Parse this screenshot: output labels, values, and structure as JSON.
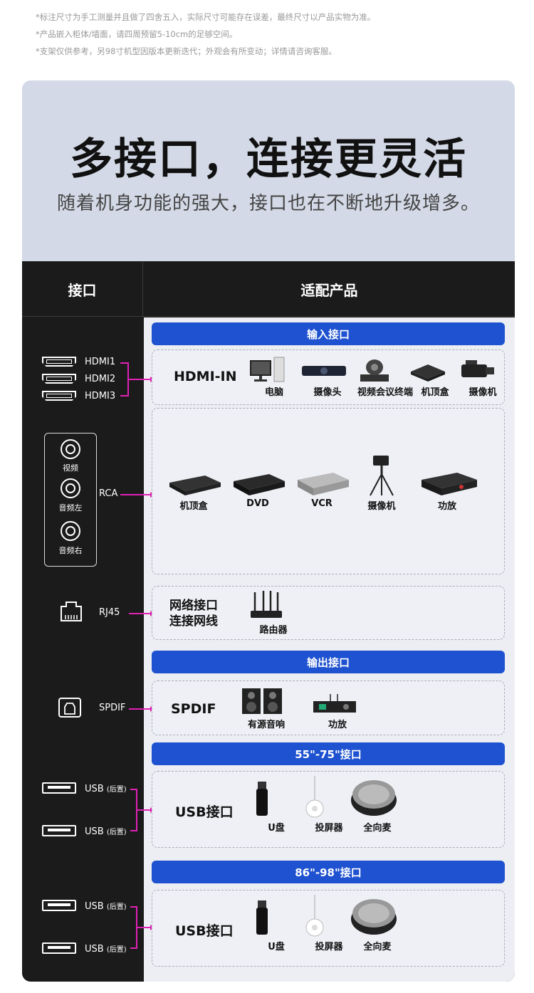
{
  "notes": [
    "*标注尺寸为手工测量并且做了四舍五入，实际尺寸可能存在误差，最终尺寸以产品实物为准。",
    "*产品嵌入柜体/墙面，请四周预留5-10cm的足够空间。",
    "*支架仅供参考，另98寸机型因版本更新迭代；外观会有所变动；详情请咨询客服。"
  ],
  "hero": {
    "title": "多接口，连接更灵活",
    "subtitle": "随着机身功能的强大，接口也在不断地升级增多。"
  },
  "table": {
    "col_left": "接口",
    "col_right": "适配产品"
  },
  "sections": {
    "input": "输入接口",
    "output": "输出接口",
    "usb55": "55\"-75\"接口",
    "usb86": "86\"-98\"接口"
  },
  "hdmi": {
    "ports": [
      "HDMI1",
      "HDMI2",
      "HDMI3"
    ],
    "label": "HDMI-IN",
    "products": [
      "电脑",
      "摄像头",
      "视频会议终端",
      "机顶盒",
      "摄像机"
    ]
  },
  "rca": {
    "ports": [
      "视频",
      "音频左",
      "音频右"
    ],
    "label": "RCA",
    "products": [
      "机顶盒",
      "DVD",
      "VCR",
      "摄像机",
      "功放"
    ]
  },
  "rj45": {
    "port": "RJ45",
    "label_line1": "网络接口",
    "label_line2": "连接网线",
    "products": [
      "路由器"
    ]
  },
  "spdif": {
    "port": "SPDIF",
    "label": "SPDIF",
    "products": [
      "有源音响",
      "功放"
    ]
  },
  "usb_a": {
    "port_main": "USB",
    "port_note": "(后置)",
    "label": "USB接口",
    "products": [
      "U盘",
      "投屏器",
      "全向麦"
    ]
  },
  "usb_b": {
    "port_main": "USB",
    "port_note": "(后置)",
    "label": "USB接口",
    "products": [
      "U盘",
      "投屏器",
      "全向麦"
    ]
  },
  "colors": {
    "accent_blue": "#1f52d0",
    "arrow_magenta": "#e021b6",
    "hero_bg": "#d3d9e6",
    "table_dark": "#1b1b1b"
  }
}
